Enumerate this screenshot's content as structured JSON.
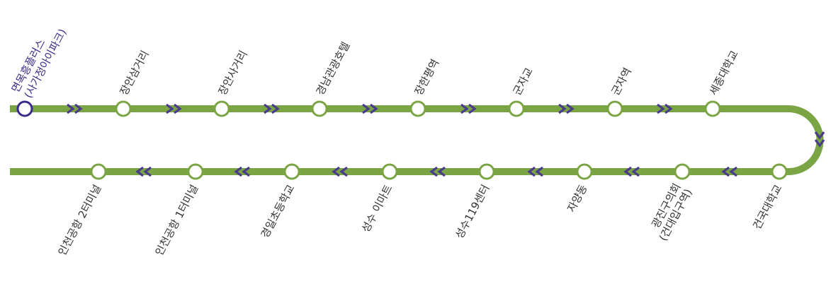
{
  "colors": {
    "line": "#7BA445",
    "station_fill": "#ffffff",
    "station_stroke": "#7BA445",
    "origin_stroke": "#3D2A8A",
    "arrow": "#4A3C8C",
    "origin_label": "#3D2A8A",
    "label": "#333333"
  },
  "origin": {
    "name_line1": "면목흥플러스",
    "name_line2": "(사가정아이파크)"
  },
  "top_stations": [
    "장안삼거리",
    "장안사거리",
    "경남관광호텔",
    "장한평역",
    "군자교",
    "군자역",
    "세종대학교"
  ],
  "bottom_stations": [
    "건국대학교",
    "광진구의회",
    "성수119센터",
    "성수 이마트",
    "경일초등학교",
    "인천공항 1터미널",
    "인천공항 2터미널"
  ],
  "bottom_station_sublines": {
    "광진구의회": "(건대입구역)"
  },
  "arrow_icons": {
    "forward": "double-chevron-right-icon",
    "backward": "double-chevron-left-icon",
    "turn": "double-chevron-down-icon"
  }
}
